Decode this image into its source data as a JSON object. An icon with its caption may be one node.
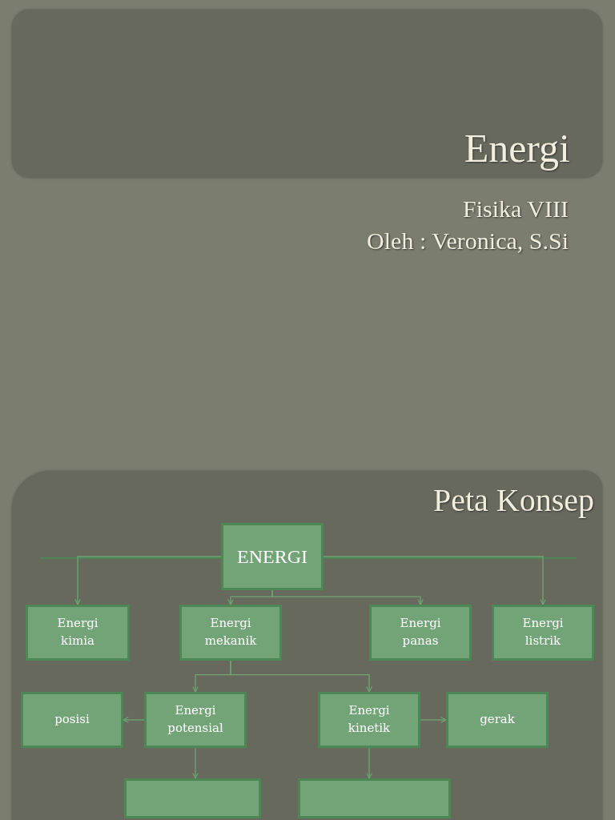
{
  "diagram": {
    "title": "Energi",
    "nodes": [
      {
        "text": [
          "ENERGI"
        ]
      },
      {
        "text": [
          "Energi kimia"
        ]
      },
      {
        "text": [
          "Energi mekanik"
        ]
      },
      {
        "text": [
          "Energi panas"
        ]
      },
      {
        "text": [
          "Energi listrik"
        ]
      },
      {
        "text": [
          "posisi"
        ]
      },
      {
        "text": [
          "Energi potensial"
        ]
      },
      {
        "text": [
          "Energi kinetik"
        ]
      },
      {
        "text": [
          "gerak"
        ]
      },
      {
        "text": [],
        "shape": "box"
      },
      {
        "text": [],
        "shape": "box"
      }
    ],
    "edges": [
      {
        "from": 0,
        "to": 1,
        "arrow": "to"
      },
      {
        "from": 0,
        "to": 2,
        "arrow": "to"
      },
      {
        "from": 0,
        "to": 3,
        "arrow": "to"
      },
      {
        "from": 0,
        "to": 4,
        "arrow": "to"
      },
      {
        "from": 2,
        "to": 6,
        "arrow": "to"
      },
      {
        "from": 2,
        "to": 7,
        "arrow": "to"
      },
      {
        "from": 6,
        "to": 5,
        "arrow": "to"
      },
      {
        "from": 7,
        "to": 8,
        "arrow": "to"
      },
      {
        "from": 6,
        "to": 9,
        "arrow": "to"
      },
      {
        "from": 7,
        "to": 10,
        "arrow": "to"
      }
    ],
    "labels": [
      "Fisika VIII",
      "Oleh : Veronica, S.Si",
      "Peta Konsep"
    ]
  }
}
